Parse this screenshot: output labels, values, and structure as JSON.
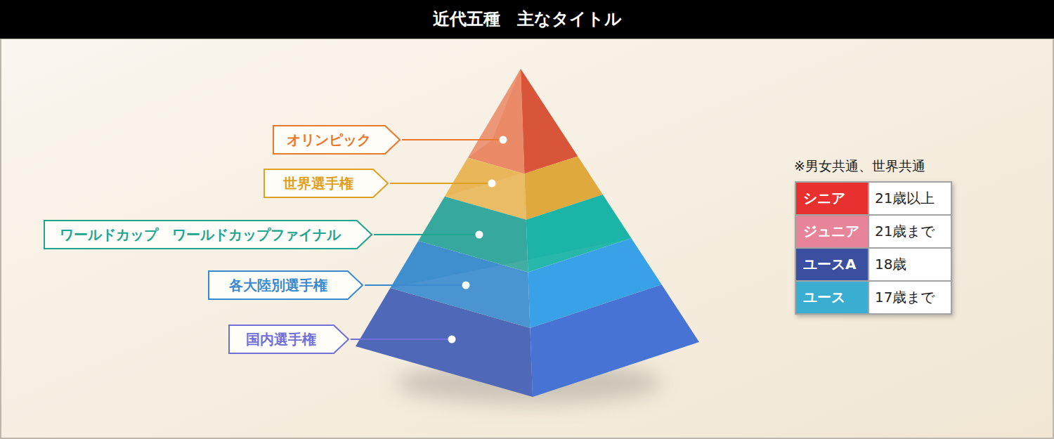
{
  "diagram": {
    "title": "近代五種　主なタイトル",
    "nodes": [
      {
        "text": [
          "オリンピック"
        ]
      },
      {
        "text": [
          "世界選手権"
        ]
      },
      {
        "text": [
          "ワールドカップ　ワールドカップファイナル"
        ]
      },
      {
        "text": [
          "各大陸別選手権"
        ]
      },
      {
        "text": [
          "国内選手権"
        ]
      }
    ],
    "labels": [
      "※男女共通、世界共通",
      "シニア",
      "21歳以上",
      "ジュニア",
      "21歳まで",
      "ユースA",
      "18歳",
      "ユース",
      "17歳まで"
    ]
  }
}
